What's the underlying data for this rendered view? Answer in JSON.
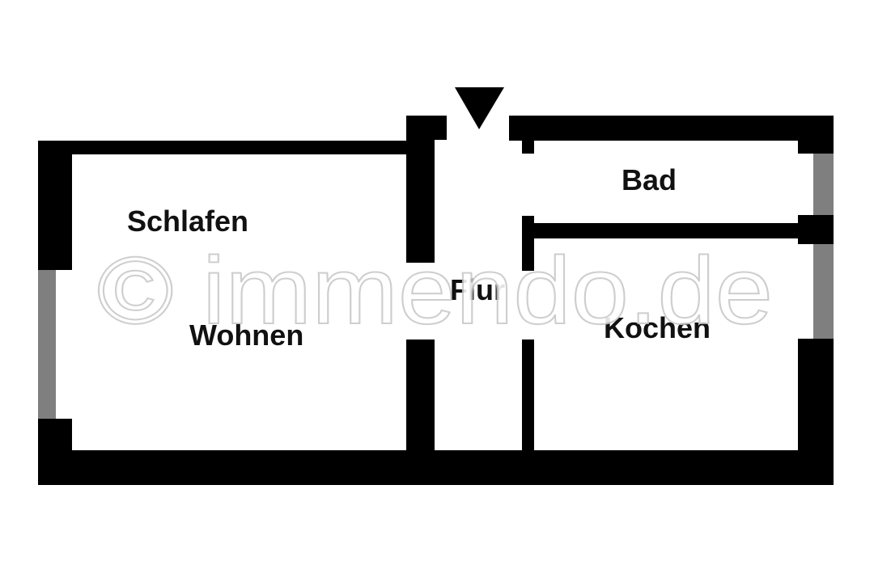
{
  "floorplan": {
    "rooms": {
      "schlafen_wohnen": {
        "line1": "Schlafen",
        "line2": "Wohnen"
      },
      "bad": "Bad",
      "flur": "Flur",
      "kochen": "Kochen"
    },
    "entrance_marker": "down-triangle-icon"
  },
  "watermark": "© immendo.de",
  "colors": {
    "wall": "#000000",
    "window": "#7f7f7f",
    "background": "#ffffff",
    "text": "#111111"
  }
}
